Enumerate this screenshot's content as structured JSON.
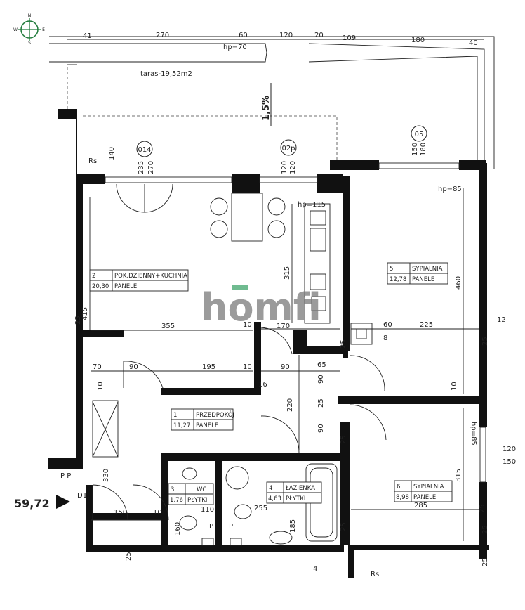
{
  "plan": {
    "compass": {
      "n": "N",
      "e": "E",
      "s": "S",
      "w": "W"
    },
    "terrace": {
      "label": "taras-19,52m2",
      "slope": "1,5%",
      "hp_top": "hp=70"
    },
    "hp_labels": {
      "living": "hp=115",
      "bed1": "hp=85",
      "bed2": "hp=85"
    },
    "window_tags": {
      "w014": "014",
      "w02p": "02p",
      "w05": "05"
    },
    "rs_labels": {
      "left": "Rs",
      "bottom": "Rs"
    },
    "rooms": [
      {
        "num": "2",
        "name": "POK.DZIENNY+KUCHNIA",
        "area": "20,30",
        "floor": "PANELE"
      },
      {
        "num": "5",
        "name": "SYPIALNIA",
        "area": "12,78",
        "floor": "PANELE"
      },
      {
        "num": "1",
        "name": "PRZEDPOKÓJ",
        "area": "11,27",
        "floor": "PANELE"
      },
      {
        "num": "3",
        "name": "WC",
        "area": "1,76",
        "floor": "PŁYTKI"
      },
      {
        "num": "4",
        "name": "ŁAZIENKA",
        "area": "4,63",
        "floor": "PŁYTKI"
      },
      {
        "num": "6",
        "name": "SYPIALNIA",
        "area": "8,98",
        "floor": "PANELE"
      }
    ],
    "dims": {
      "t41": "41",
      "t270": "270",
      "t60": "60",
      "t120": "120",
      "t20": "20",
      "t109": "109",
      "t180": "180",
      "t40": "40",
      "d140": "140",
      "d235": "235",
      "d270": "270",
      "d120a": "120",
      "d120b": "120",
      "d150": "150",
      "d180": "180",
      "d315a": "315",
      "d415": "415",
      "d25a": "25",
      "d355": "355",
      "d10a": "10",
      "d170": "170",
      "d60": "60",
      "d225": "225",
      "d12": "12",
      "d25b": "25",
      "d460": "460",
      "d25c": "25",
      "d70": "70",
      "d90a": "90",
      "d195": "195",
      "d10b": "10",
      "d90b": "90",
      "d65": "65",
      "d10c": "10",
      "d16": "16",
      "d90c": "90",
      "d25d": "25",
      "d220": "220",
      "d90d": "90",
      "d10d": "10",
      "d330": "330",
      "d120c": "120",
      "d150b": "150",
      "d150c": "150",
      "d10e": "10",
      "d110": "110",
      "d255": "255",
      "d285": "285",
      "d315b": "315",
      "d160": "160",
      "d185": "185",
      "d25e": "25",
      "d25f": "25",
      "d25g": "25",
      "d25h": "25",
      "d25i": "25",
      "d25j": "25",
      "d4": "4",
      "d8": "8",
      "d01": "D1",
      "p1": "P",
      "p2": "P",
      "pp": "P P"
    },
    "watermark": "homfi",
    "total_area": "59,72"
  }
}
